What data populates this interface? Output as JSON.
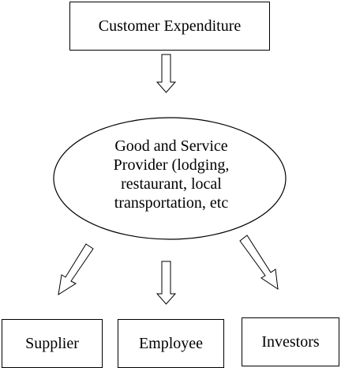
{
  "top_box": {
    "label": "Customer Expenditure"
  },
  "center": {
    "lines": [
      "Good and Service",
      "Provider (lodging,",
      "restaurant, local",
      "transportation, etc"
    ]
  },
  "bottom_boxes": [
    {
      "label": "Supplier"
    },
    {
      "label": "Employee"
    },
    {
      "label": "Investors"
    }
  ],
  "colors": {
    "stroke": "#000000",
    "fill": "#ffffff"
  }
}
